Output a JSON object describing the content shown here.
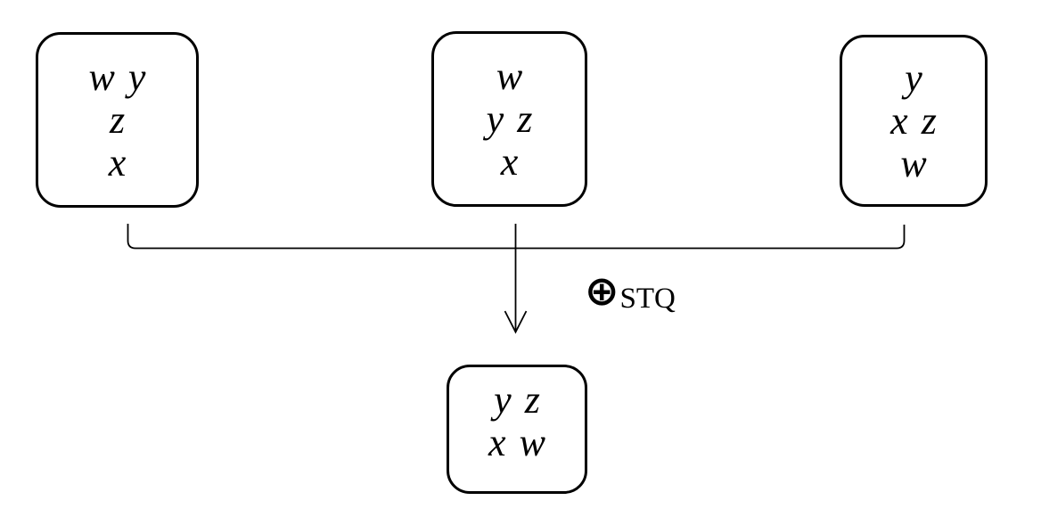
{
  "diagram": {
    "input_boxes": [
      {
        "rows": [
          "w y",
          "z",
          "x"
        ]
      },
      {
        "rows": [
          "w",
          "y z",
          "x"
        ]
      },
      {
        "rows": [
          "y",
          "x z",
          "w"
        ]
      }
    ],
    "operator": {
      "symbol": "⊕",
      "subscript": "STQ"
    },
    "output_box": {
      "rows": [
        "y z",
        "x w"
      ]
    },
    "colors": {
      "stroke": "#000000",
      "background": "#ffffff",
      "text": "#000000"
    }
  }
}
